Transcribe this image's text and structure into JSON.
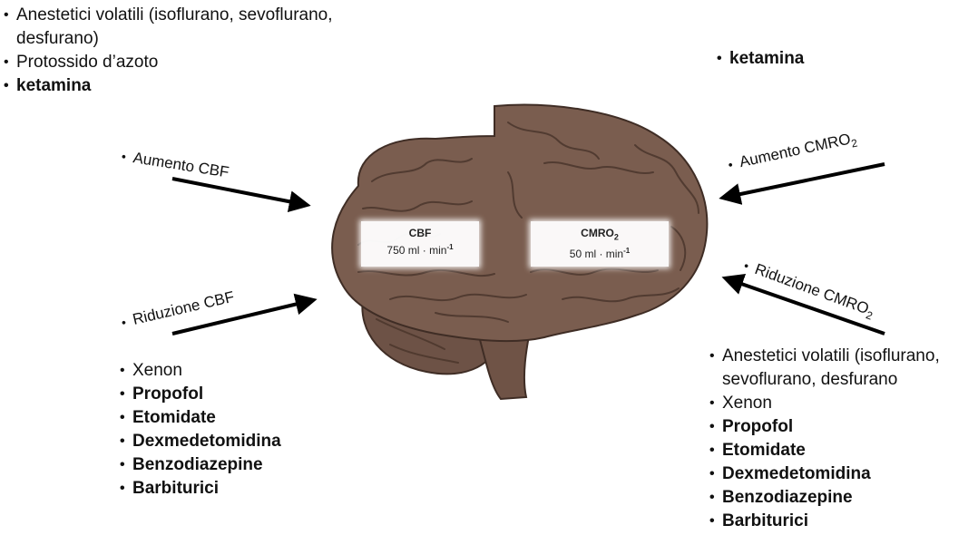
{
  "top_left": {
    "items": [
      {
        "text": "Anestetici volatili (isoflurano, sevoflurano,",
        "cont": "desfurano)",
        "bold": false
      },
      {
        "text": "Protossido d’azoto",
        "bold": false
      },
      {
        "text": "ketamina",
        "bold": true
      }
    ]
  },
  "top_right": {
    "items": [
      {
        "text": "ketamina",
        "bold": true
      }
    ]
  },
  "arrows": {
    "increase_cbf": "Aumento CBF",
    "decrease_cbf": "Riduzione CBF",
    "increase_cmro2_main": "Aumento CMRO",
    "increase_cmro2_sub": "2",
    "decrease_cmro2_main": "Riduzione CMRO",
    "decrease_cmro2_sub": "2"
  },
  "boxes": {
    "cbf": {
      "name": "CBF",
      "value": "750 ml · min",
      "exp": "-1"
    },
    "cmro2": {
      "name": "CMRO",
      "name_sub": "2",
      "value": "50 ml · min",
      "exp": "-1"
    }
  },
  "bottom_left": {
    "items": [
      {
        "text": "Xenon",
        "bold": false
      },
      {
        "text": "Propofol",
        "bold": true
      },
      {
        "text": "Etomidate",
        "bold": true
      },
      {
        "text": "Dexmedetomidina",
        "bold": true
      },
      {
        "text": "Benzodiazepine",
        "bold": true
      },
      {
        "text": "Barbiturici",
        "bold": true
      }
    ]
  },
  "bottom_right": {
    "items": [
      {
        "text": "Anestetici volatili (isoflurano,",
        "cont": "sevoflurano, desfurano",
        "bold": false
      },
      {
        "text": "Xenon",
        "bold": false
      },
      {
        "text": "Propofol",
        "bold": true
      },
      {
        "text": "Etomidate",
        "bold": true
      },
      {
        "text": "Dexmedetomidina",
        "bold": true
      },
      {
        "text": "Benzodiazepine",
        "bold": true
      },
      {
        "text": "Barbiturici",
        "bold": true
      }
    ]
  },
  "colors": {
    "brain_fill": "#7a5d4f",
    "brain_dark": "#4e382e",
    "arrow": "#000000"
  }
}
